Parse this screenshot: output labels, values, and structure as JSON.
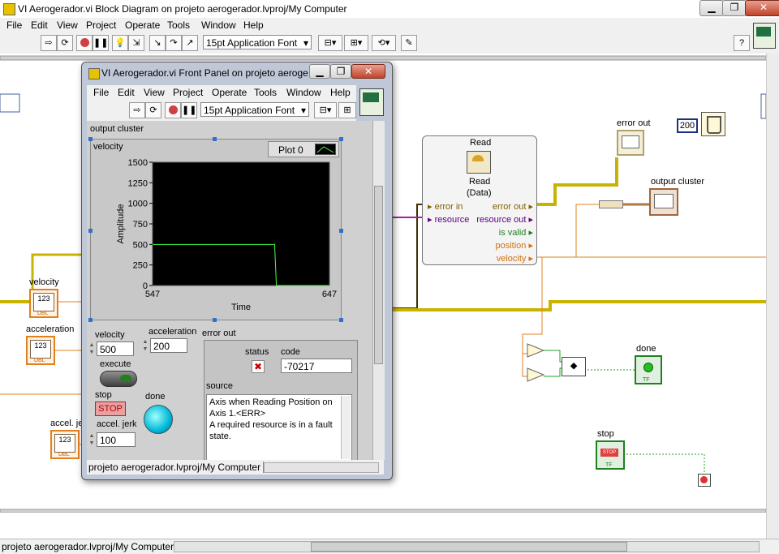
{
  "window": {
    "title": "VI Aerogerador.vi Block Diagram on projeto aerogerador.lvproj/My Computer"
  },
  "menu": [
    "File",
    "Edit",
    "View",
    "Project",
    "Operate",
    "Tools",
    "Window",
    "Help"
  ],
  "toolbar": {
    "font": "15pt Application Font"
  },
  "status_bar": {
    "context": "projeto aerogerador.lvproj/My Computer"
  },
  "diagram": {
    "read_node": {
      "title": "Read",
      "sub1": "Read",
      "sub2": "(Data)",
      "inputs": [
        "error in",
        "resource"
      ],
      "outputs": [
        "error out",
        "resource out",
        "is valid",
        "position",
        "velocity"
      ]
    },
    "labels": {
      "error_out": "error out",
      "output_cluster": "output cluster",
      "done": "done",
      "stop": "stop",
      "velocity": "velocity",
      "acceleration": "acceleration",
      "accel_jerk": "accel. jerk"
    },
    "wait_constant": "200",
    "i32_tag": "123",
    "dbl_tag": "DBL",
    "stop_text": "STOP",
    "tf_tag": "TF"
  },
  "front_panel": {
    "title": "VI Aerogerador.vi Front Panel on projeto aeroge...",
    "output_cluster_label": "output cluster",
    "graph": {
      "label": "velocity",
      "legend": "Plot 0"
    },
    "velocity": {
      "label": "velocity",
      "value": "500"
    },
    "acceleration": {
      "label": "acceleration",
      "value": "200"
    },
    "accel_jerk": {
      "label": "accel. jerk",
      "value": "100"
    },
    "execute_label": "execute",
    "stop": {
      "label": "stop",
      "button": "STOP"
    },
    "done_label": "done",
    "error_out": {
      "label": "error out",
      "status_label": "status",
      "code_label": "code",
      "code": "-70217",
      "source_label": "source",
      "source_lines": [
        "Axis when Reading Position on",
        "Axis 1.<ERR>",
        "A required resource is in a fault",
        "state."
      ]
    },
    "status": "projeto aerogerador.lvproj/My Computer"
  },
  "chart_data": {
    "type": "line",
    "title": "",
    "xlabel": "Time",
    "ylabel": "Amplitude",
    "xlim": [
      547,
      647
    ],
    "ylim": [
      0,
      1500
    ],
    "x_ticks": [
      "547",
      "647"
    ],
    "y_ticks": [
      "0",
      "250",
      "500",
      "750",
      "1000",
      "1250",
      "1500"
    ],
    "series": [
      {
        "name": "Plot 0",
        "x": [
          547,
          580,
          610,
          616,
          617,
          647
        ],
        "y": [
          500,
          500,
          500,
          500,
          0,
          0
        ]
      }
    ],
    "background": "#000000",
    "line_color": "#40ff40",
    "grid": false
  },
  "colors": {
    "wire_error": "#c8b400",
    "wire_velocity": "#e08020",
    "wire_bool": "#20a020",
    "wire_resource": "#a020a0"
  }
}
